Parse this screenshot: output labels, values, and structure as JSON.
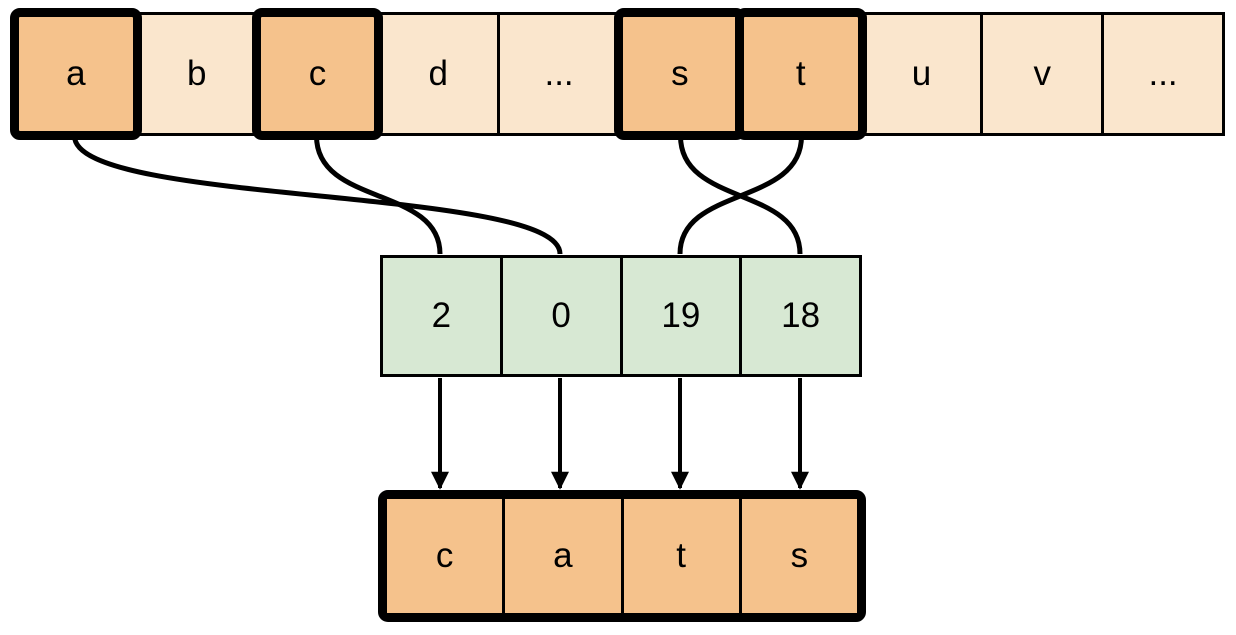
{
  "colors": {
    "cell_light": "#fae6cd",
    "cell_highlight": "#f5c28c",
    "cell_index": "#d7e8d3",
    "stroke": "#000000",
    "canvas_bg": "#ffffff"
  },
  "alphabet_row": {
    "cells": [
      {
        "label": "a",
        "highlighted": true
      },
      {
        "label": "b",
        "highlighted": false
      },
      {
        "label": "c",
        "highlighted": true
      },
      {
        "label": "d",
        "highlighted": false
      },
      {
        "label": "...",
        "highlighted": false
      },
      {
        "label": "s",
        "highlighted": true
      },
      {
        "label": "t",
        "highlighted": true
      },
      {
        "label": "u",
        "highlighted": false
      },
      {
        "label": "v",
        "highlighted": false
      },
      {
        "label": "...",
        "highlighted": false
      }
    ]
  },
  "index_row": {
    "cells": [
      {
        "value": "2"
      },
      {
        "value": "0"
      },
      {
        "value": "19"
      },
      {
        "value": "18"
      }
    ]
  },
  "output_row": {
    "cells": [
      {
        "letter": "c"
      },
      {
        "letter": "a"
      },
      {
        "letter": "t"
      },
      {
        "letter": "s"
      }
    ]
  },
  "connectors": {
    "curves": [
      {
        "from_letter": "a",
        "to_index": "0"
      },
      {
        "from_letter": "c",
        "to_index": "2"
      },
      {
        "from_letter": "s",
        "to_index": "18"
      },
      {
        "from_letter": "t",
        "to_index": "19"
      }
    ],
    "arrows": [
      {
        "from_index": "2",
        "to_letter": "c"
      },
      {
        "from_index": "0",
        "to_letter": "a"
      },
      {
        "from_index": "19",
        "to_letter": "t"
      },
      {
        "from_index": "18",
        "to_letter": "s"
      }
    ]
  }
}
